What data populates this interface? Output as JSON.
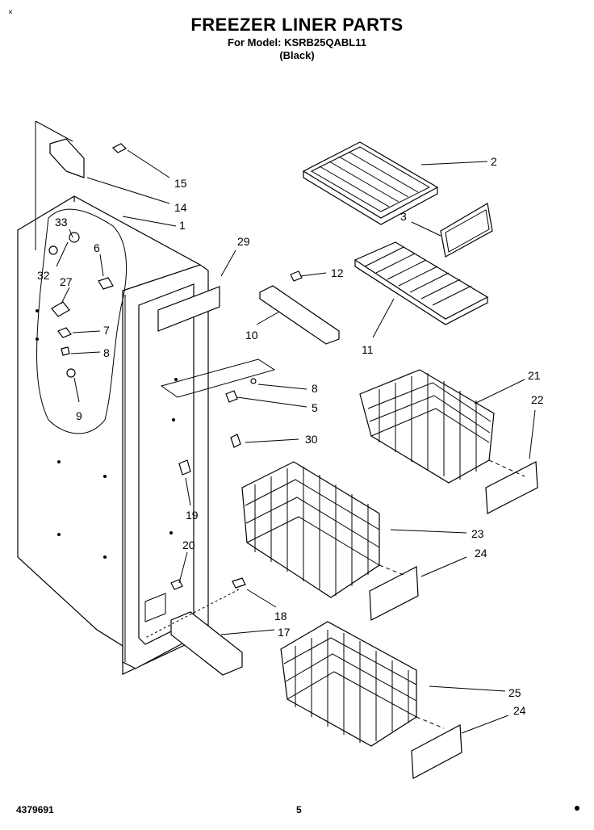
{
  "header": {
    "title": "FREEZER LINER PARTS",
    "subtitle": "For Model: KSRB25QABL11",
    "color": "(Black)"
  },
  "corner_mark": "×",
  "footer": {
    "doc_number": "4379691",
    "page": "5"
  },
  "callouts": [
    "2",
    "15",
    "14",
    "1",
    "33",
    "6",
    "29",
    "3",
    "12",
    "32",
    "27",
    "10",
    "11",
    "7",
    "8",
    "9",
    "21",
    "22",
    "8",
    "5",
    "30",
    "19",
    "23",
    "24",
    "20",
    "18",
    "17",
    "25",
    "24"
  ]
}
